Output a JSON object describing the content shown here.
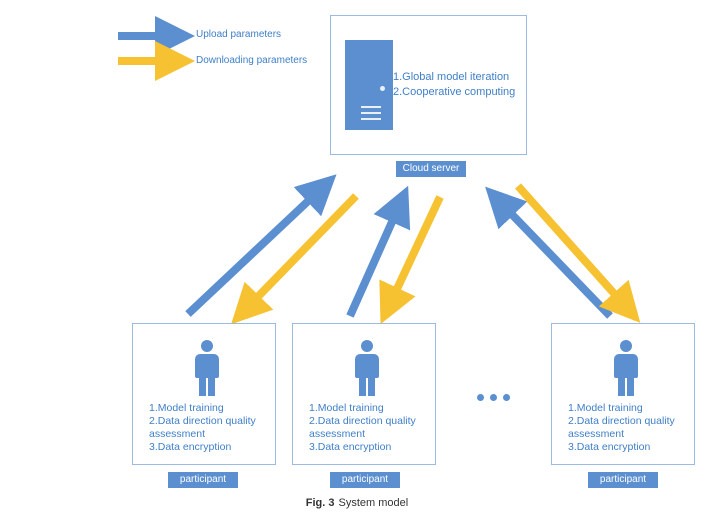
{
  "legend": {
    "upload_label": "Upload parameters",
    "download_label": "Downloading parameters"
  },
  "server": {
    "items": [
      "1.Global model iteration",
      "2.Cooperative computing"
    ],
    "label": "Cloud server"
  },
  "participants": [
    {
      "lines": [
        "1.Model training",
        "2.Data direction quality",
        "assessment",
        "3.Data encryption"
      ],
      "label": "participant"
    },
    {
      "lines": [
        "1.Model training",
        "2.Data direction quality",
        "assessment",
        "3.Data encryption"
      ],
      "label": "participant"
    },
    {
      "lines": [
        "1.Model training",
        "2.Data direction quality",
        "assessment",
        "3.Data encryption"
      ],
      "label": "participant"
    }
  ],
  "caption": {
    "fig": "Fig. 3",
    "title": "System model"
  },
  "colors": {
    "upload": "#5b8fd0",
    "download": "#f6c231",
    "border": "#9dbbe0",
    "text": "#3f7fc7"
  }
}
